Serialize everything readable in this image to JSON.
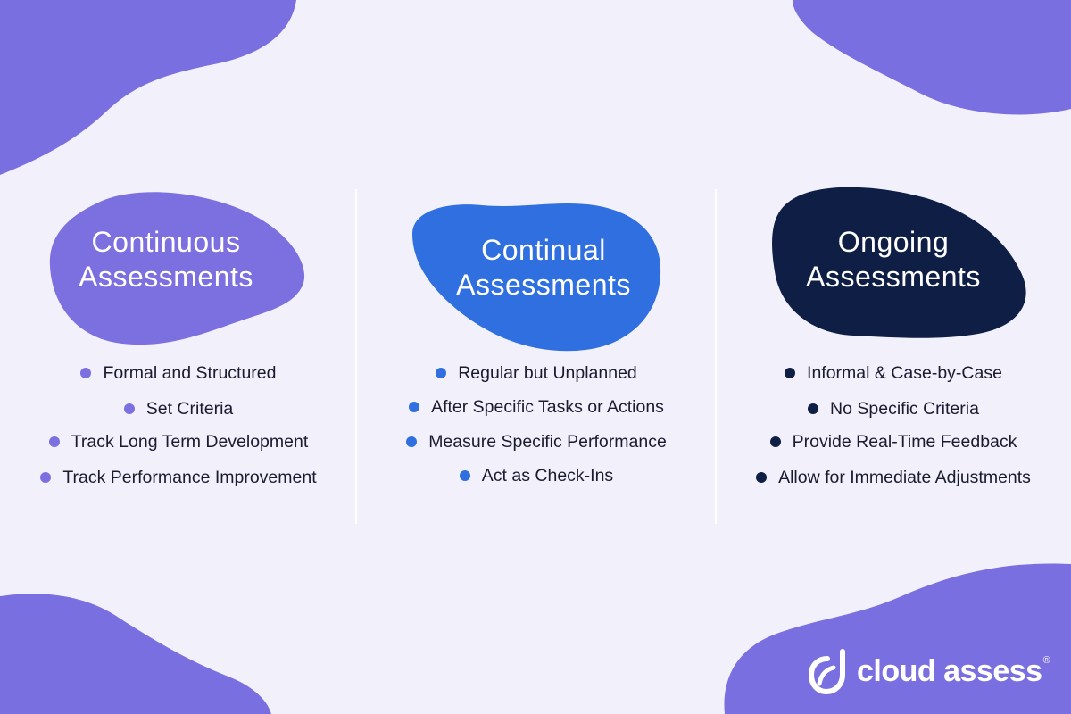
{
  "colors": {
    "background": "#f2f0fb",
    "decor": "#7a6fe0",
    "continuous": "#7c6fe0",
    "continual": "#2f6fe0",
    "ongoing": "#0f1e45"
  },
  "columns": [
    {
      "title_line1": "Continuous",
      "title_line2": "Assessments",
      "items": [
        "Formal and Structured",
        "Set Criteria",
        "Track Long Term Development",
        "Track Performance Improvement"
      ]
    },
    {
      "title_line1": "Continual",
      "title_line2": "Assessments",
      "items": [
        "Regular but Unplanned",
        "After Specific Tasks or Actions",
        "Measure Specific Performance",
        "Act as Check-Ins"
      ]
    },
    {
      "title_line1": "Ongoing",
      "title_line2": "Assessments",
      "items": [
        "Informal & Case-by-Case",
        "No Specific Criteria",
        "Provide Real-Time Feedback",
        "Allow for Immediate Adjustments"
      ]
    }
  ],
  "logo": {
    "text": "cloud assess",
    "mark": "®",
    "icon": "cloud-assess-logo-icon"
  }
}
